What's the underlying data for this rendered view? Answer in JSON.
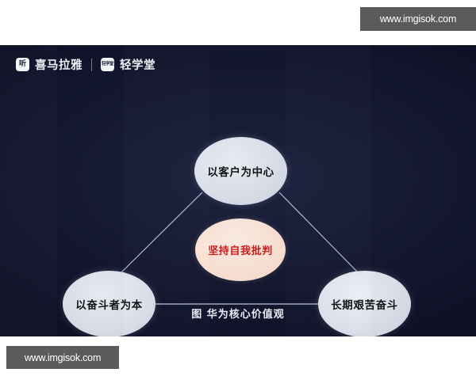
{
  "watermarks": {
    "top": "www.imgisok.com",
    "bottom": "www.imgisok.com"
  },
  "brand": {
    "badge1_glyph": "听",
    "name1": "喜马拉雅",
    "badge2_glyph": "轻学堂",
    "name2": "轻学堂"
  },
  "diagram": {
    "caption": "图  华为核心价值观",
    "nodes": {
      "top": "以客户为中心",
      "left": "以奋斗者为本",
      "right": "长期艰苦奋斗",
      "center": "坚持自我批判"
    }
  },
  "colors": {
    "panel_background": "#161a33",
    "node_fill": "#dbe0ea",
    "center_node_fill": "#fae1d3",
    "center_node_text": "#cf1d1d",
    "node_text": "#121212",
    "connector_line": "#c9d2ea",
    "watermark_background": "#5b5b5b"
  }
}
